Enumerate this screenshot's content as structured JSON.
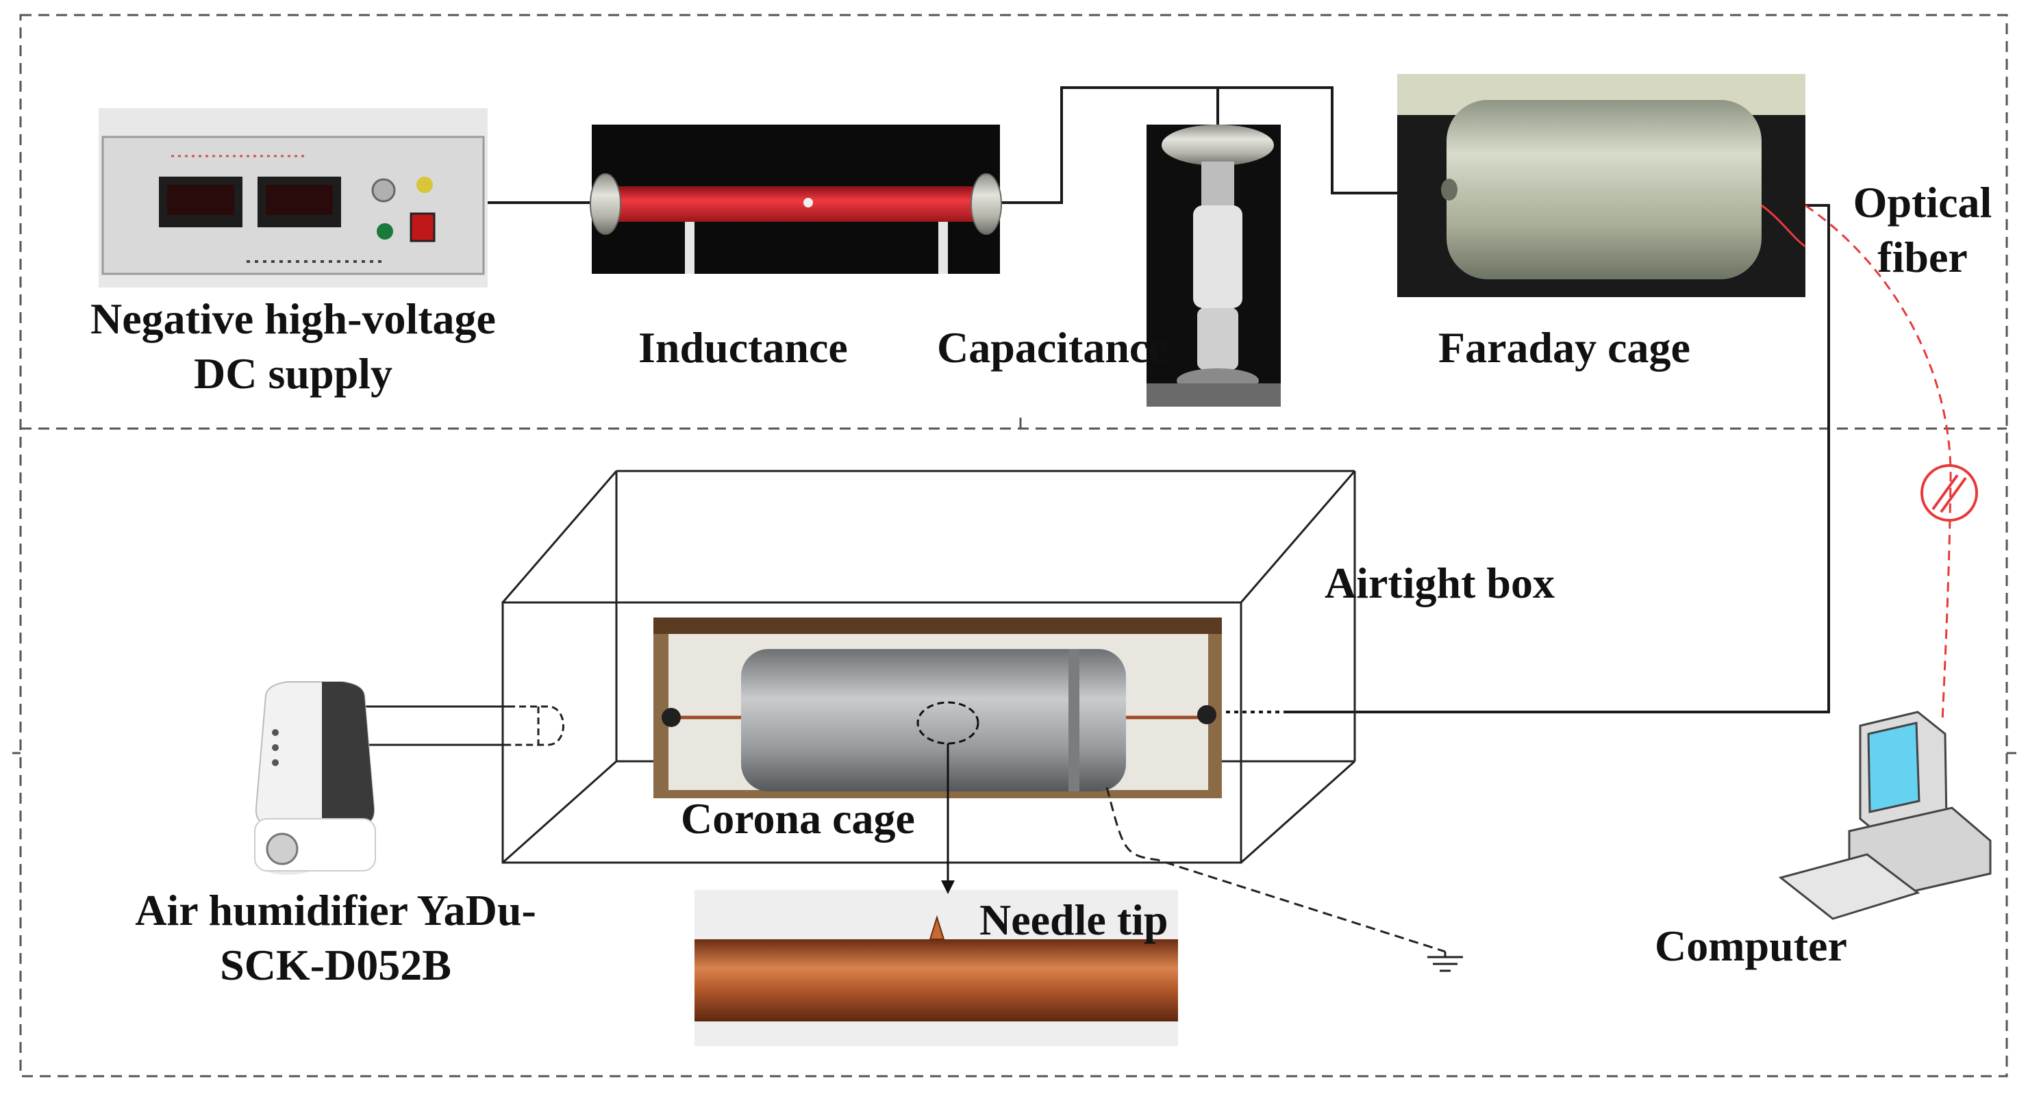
{
  "labels": {
    "dc_supply": [
      "Negative high-voltage",
      "DC supply"
    ],
    "inductance": "Inductance",
    "capacitance": "Capacitance",
    "faraday_cage": "Faraday cage",
    "optical_fiber": [
      "Optical",
      "fiber"
    ],
    "airtight_box": "Airtight box",
    "corona_cage": "Corona cage",
    "humidifier": [
      "Air humidifier YaDu-",
      "SCK-D052B"
    ],
    "needle_tip": "Needle tip",
    "computer": "Computer"
  },
  "colors": {
    "line": "#1a1a1a",
    "dashed_border": "#555555",
    "optical_fiber": "#e8393a",
    "resistor_red": "#d9252c",
    "copper": "#b5592a"
  }
}
